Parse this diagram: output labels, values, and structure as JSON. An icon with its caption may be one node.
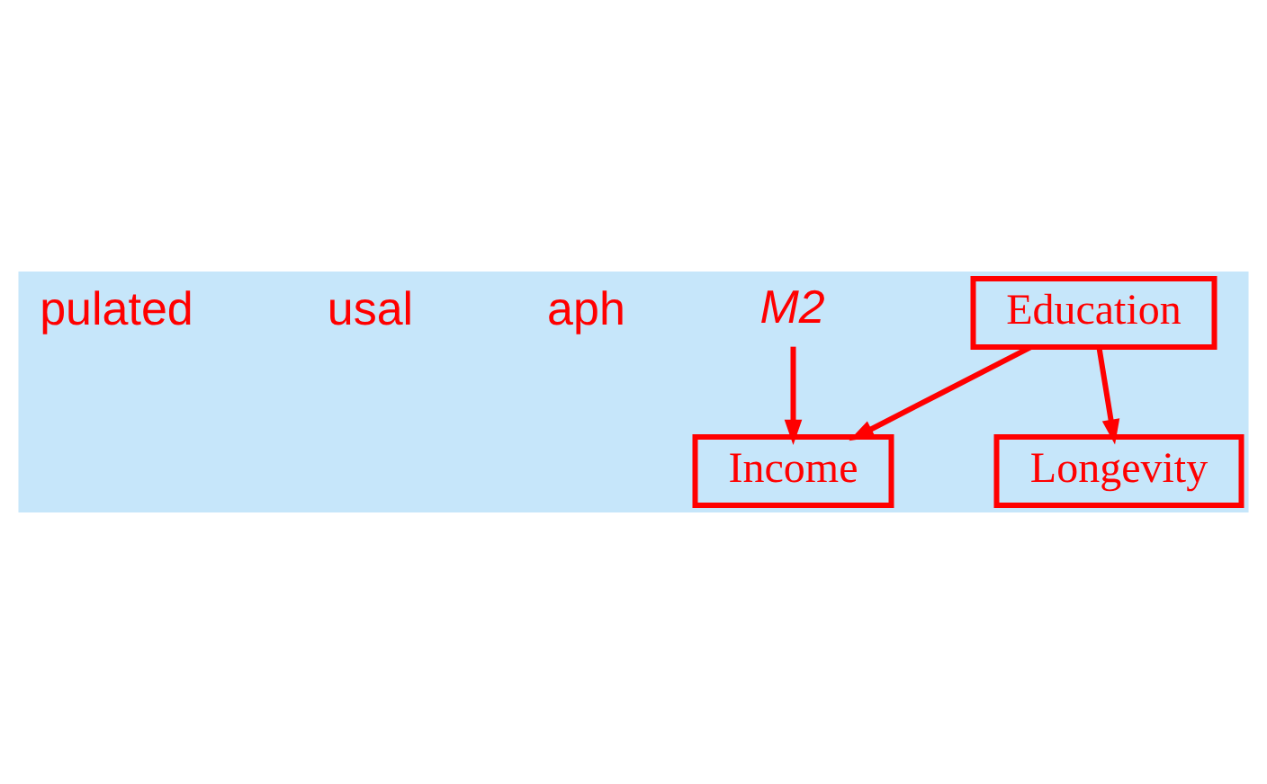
{
  "diagram": {
    "nodes": [
      {
        "text": [
          "Education"
        ]
      },
      {
        "text": [
          "Income"
        ]
      },
      {
        "text": [
          "Longevity"
        ]
      },
      {
        "text": [
          "M2"
        ]
      }
    ],
    "edges": [
      {
        "from": 0,
        "to": 1,
        "arrow": "to"
      },
      {
        "from": 0,
        "to": 2,
        "arrow": "to"
      },
      {
        "from": 3,
        "to": 1,
        "arrow": "to"
      }
    ],
    "labels": [
      "pulated",
      "usal",
      "aph"
    ]
  }
}
